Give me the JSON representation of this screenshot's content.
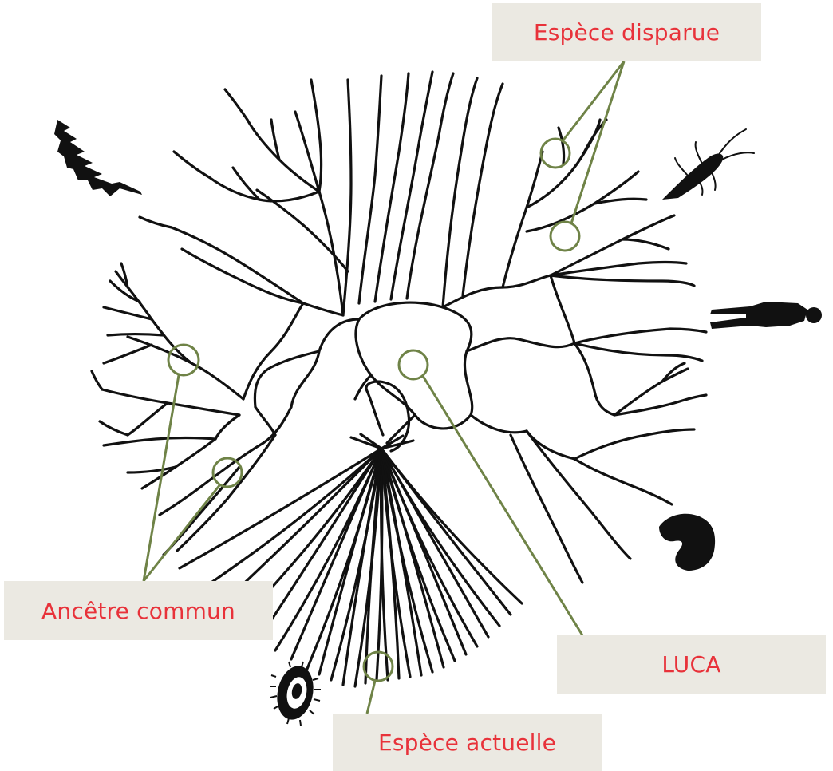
{
  "labels": {
    "extinct_species": "Espèce disparue",
    "common_ancestor": "Ancêtre commun",
    "luca": "LUCA",
    "current_species": "Espèce actuelle"
  },
  "colors": {
    "label_text": "#e8323a",
    "label_bg": "#ebe9e2",
    "callout": "#6f8347",
    "branches": "#111111",
    "silhouettes": "#111111"
  },
  "icons": [
    "tree-silhouette-icon",
    "insect-silhouette-icon",
    "human-silhouette-icon",
    "mushroom-silhouette-icon",
    "microorganism-silhouette-icon"
  ]
}
